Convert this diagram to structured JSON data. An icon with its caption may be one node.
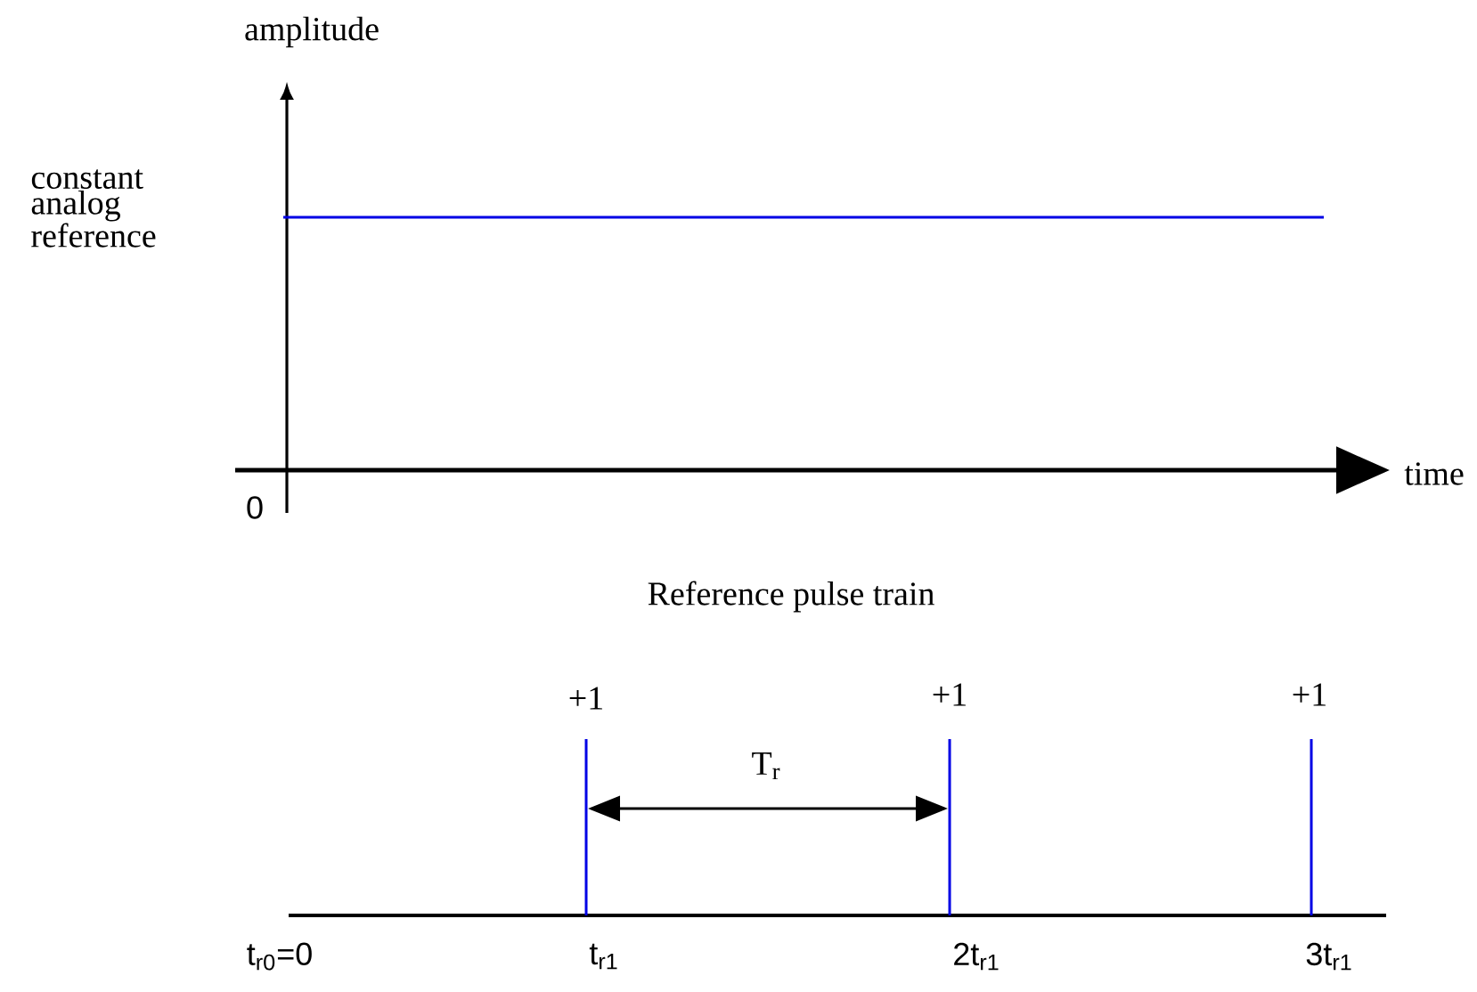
{
  "diagram": {
    "labels": [
      "amplitude",
      "constant analog reference",
      "0",
      "time",
      "Reference pulse train",
      "+1",
      "+1",
      "+1",
      "T$_{r}$",
      "t$_{r0}$=0",
      "t$_{r1}$",
      "2t$_{r1}$",
      "3t$_{r1}$"
    ]
  }
}
